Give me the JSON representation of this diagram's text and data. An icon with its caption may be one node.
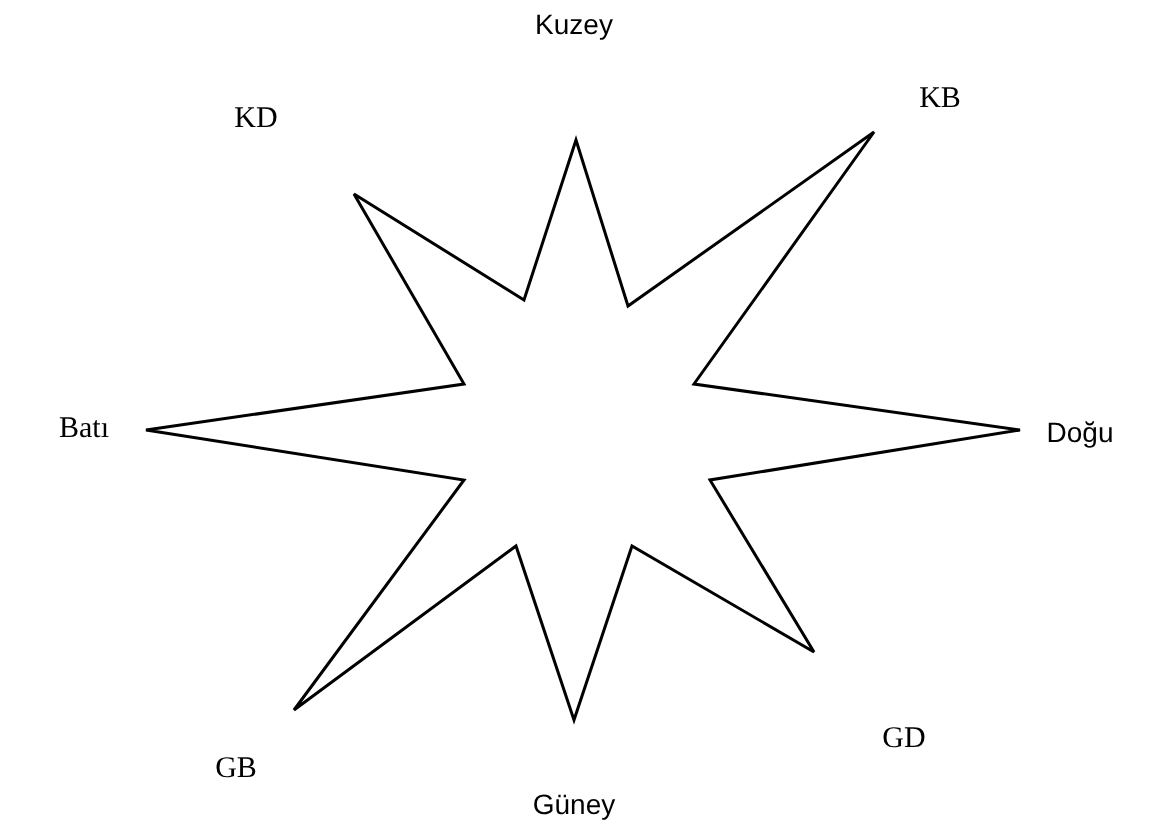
{
  "diagram": {
    "labels": [
      "Kuzey",
      "KD",
      "KB",
      "Batı",
      "Doğu",
      "GB",
      "Güney",
      "GD"
    ]
  }
}
